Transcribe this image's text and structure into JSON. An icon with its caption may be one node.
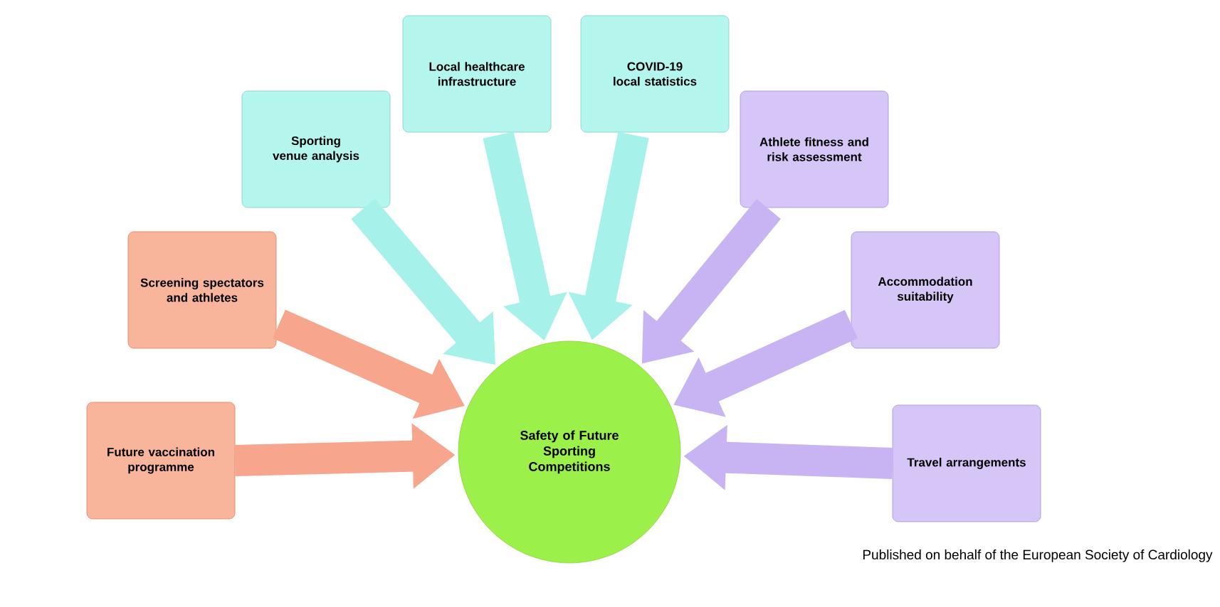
{
  "diagram": {
    "nodes": [
      {
        "text": [
          "Safety of Future Sporting Competitions"
        ]
      },
      {
        "text": [
          "Future vaccination programme"
        ]
      },
      {
        "text": [
          "Screening spectators and athletes"
        ]
      },
      {
        "text": [
          "Sporting venue analysis"
        ]
      },
      {
        "text": [
          "Local healthcare infrastructure"
        ]
      },
      {
        "text": [
          "COVID-19 local statistics"
        ]
      },
      {
        "text": [
          "Athlete fitness and risk assessment"
        ]
      },
      {
        "text": [
          "Accommodation suitability"
        ]
      },
      {
        "text": [
          "Travel arrangements"
        ]
      }
    ],
    "edges": [
      {
        "from": 1,
        "to": 0,
        "arrow": "to",
        "color": "#f7a58c"
      },
      {
        "from": 2,
        "to": 0,
        "arrow": "to",
        "color": "#f7a58c"
      },
      {
        "from": 3,
        "to": 0,
        "arrow": "to",
        "color": "#a6f2ea"
      },
      {
        "from": 4,
        "to": 0,
        "arrow": "to",
        "color": "#a6f2ea"
      },
      {
        "from": 5,
        "to": 0,
        "arrow": "to",
        "color": "#a6f2ea"
      },
      {
        "from": 6,
        "to": 0,
        "arrow": "to",
        "color": "#c8b4f2"
      },
      {
        "from": 7,
        "to": 0,
        "arrow": "to",
        "color": "#c8b4f2"
      },
      {
        "from": 8,
        "to": 0,
        "arrow": "to",
        "color": "#c8b4f2"
      }
    ],
    "labels": [
      "Published on behalf of the European Society of Cardiology"
    ]
  }
}
